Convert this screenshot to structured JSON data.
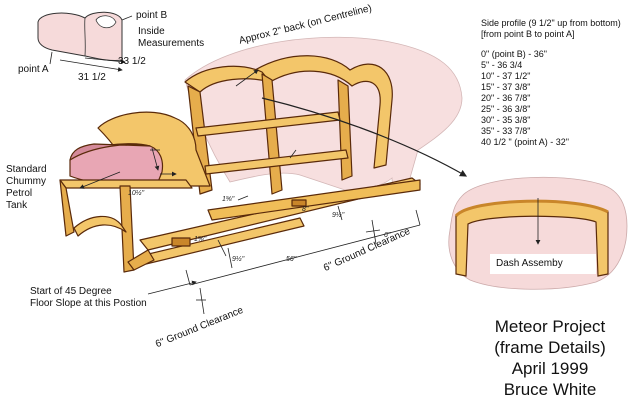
{
  "labels": {
    "point_b": "point B",
    "inside_measurements": "Inside\nMeasurements",
    "point_a": "point A",
    "dim_33_5": "33 1/2",
    "dim_31_5": "31 1/2",
    "approx_back": "Approx 2\" back (on Centreline)",
    "standard_tank": "Standard\nChummy\nPetrol\nTank",
    "floor_slope": "Start of 45 Degree\nFloor Slope at this Postion",
    "ground_clearance_rear": "6\" Ground Clearance",
    "ground_clearance_front": "6\" Ground Clearance",
    "dash_assembly": "Dash Assemby"
  },
  "handwritten": {
    "w_10_5": "10½\"",
    "w_1_5_8_a": "1⅝\"",
    "w_1_5_8_b": "1⅝\"",
    "w_9_5_a": "9½\"",
    "w_9_5_b": "9½\"",
    "w_8": "8\"",
    "w_56": "56\"",
    "w_6": "6\""
  },
  "side_profile": {
    "header": "Side profile (9 1/2\" up from bottom)\n[from point B to point A]",
    "rows": [
      "0\" (point B) - 36\"",
      "5\" - 36 3/4",
      "10\" - 37 1/2\"",
      "15\" - 37 3/8\"",
      "20\" - 36 7/8\"",
      "25\" - 36 3/8\"",
      "30\" - 35 3/8\"",
      "35\" - 33 7/8\"",
      "40 1/2 \" (point A) - 32\""
    ]
  },
  "title_block": {
    "line1": "Meteor Project",
    "line2": "(frame Details)",
    "line3": "April 1999",
    "line4": "Bruce White"
  },
  "colors": {
    "wood": "#f3c66a",
    "wood_dark": "#c9862a",
    "outline": "#5a2a0a",
    "pink_shade": "#f6dada",
    "tank": "#e8a6b4",
    "line": "#222222"
  }
}
